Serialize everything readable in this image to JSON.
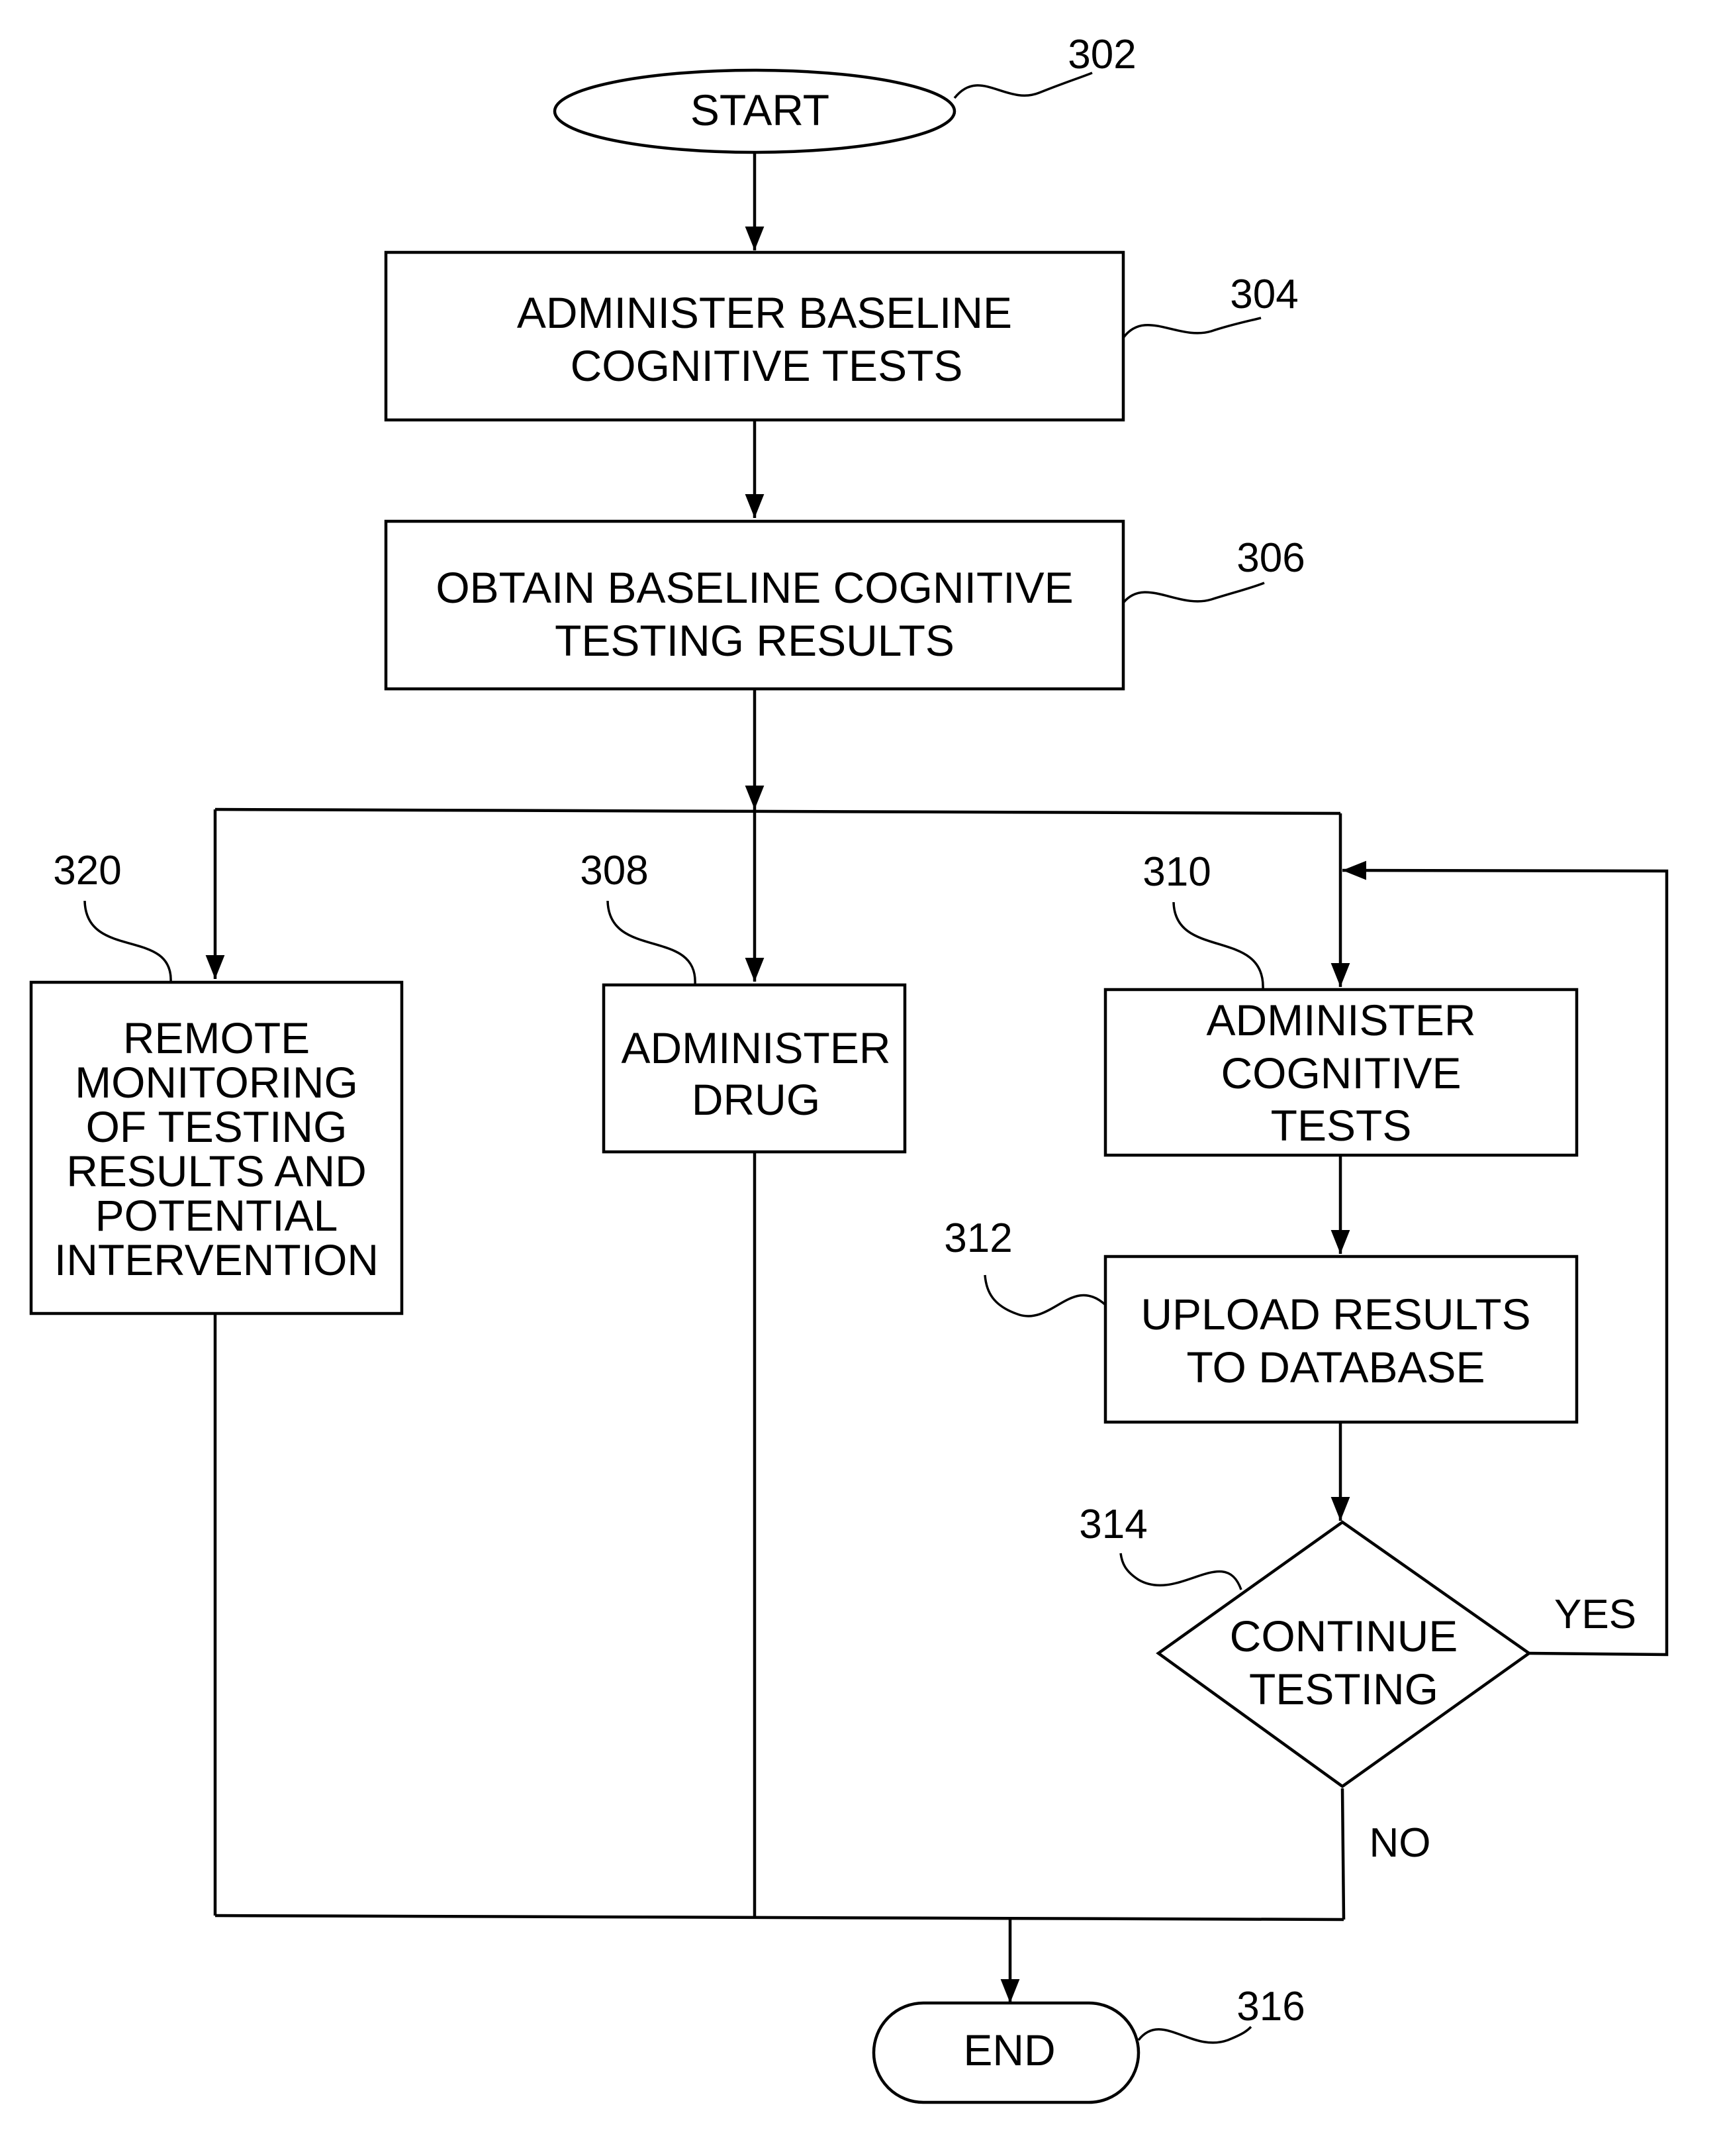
{
  "nodes": {
    "start": {
      "lines": [
        "START"
      ],
      "ref": "302"
    },
    "baseline_tests": {
      "lines": [
        "ADMINISTER BASELINE",
        "COGNITIVE TESTS"
      ],
      "ref": "304"
    },
    "baseline_results": {
      "lines": [
        "OBTAIN BASELINE COGNITIVE",
        "TESTING RESULTS"
      ],
      "ref": "306"
    },
    "administer_drug": {
      "lines": [
        "ADMINISTER",
        "DRUG"
      ],
      "ref": "308"
    },
    "administer_tests": {
      "lines": [
        "ADMINISTER",
        "COGNITIVE",
        "TESTS"
      ],
      "ref": "310"
    },
    "upload": {
      "lines": [
        "UPLOAD RESULTS",
        "TO DATABASE"
      ],
      "ref": "312"
    },
    "continue": {
      "lines": [
        "CONTINUE",
        "TESTING"
      ],
      "ref": "314"
    },
    "end": {
      "lines": [
        "END"
      ],
      "ref": "316"
    },
    "remote": {
      "lines": [
        "REMOTE",
        "MONITORING",
        "OF TESTING",
        "RESULTS AND",
        "POTENTIAL",
        "INTERVENTION"
      ],
      "ref": "320"
    }
  },
  "edges": {
    "yes": "YES",
    "no": "NO"
  }
}
